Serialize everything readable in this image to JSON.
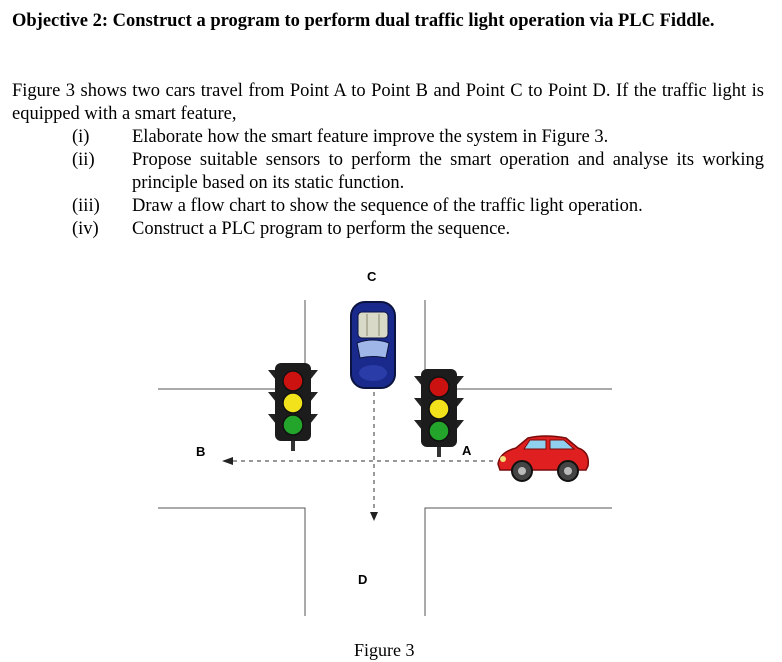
{
  "objective": "Objective 2: Construct a program to perform dual traffic light operation via PLC Fiddle.",
  "intro": "Figure 3 shows two cars travel from Point A to Point B and Point C to Point D. If the traffic light is equipped with a smart feature,",
  "questions": [
    {
      "num": "(i)",
      "text": "Elaborate how the smart feature improve the system in Figure 3."
    },
    {
      "num": "(ii)",
      "text": "Propose suitable sensors to perform the smart operation and analyse its working principle based on its static function."
    },
    {
      "num": "(iii)",
      "text": "Draw a flow chart to show the sequence of the traffic light operation."
    },
    {
      "num": "(iv)",
      "text": "Construct a PLC program to perform the sequence."
    }
  ],
  "figure": {
    "points": {
      "a": "A",
      "b": "B",
      "c": "C",
      "d": "D"
    },
    "caption": "Figure 3",
    "colors": {
      "red_light": "#cc1111",
      "yellow_light": "#f2e21b",
      "green_light": "#22a52a",
      "blue_car": "#1a2a8c",
      "red_car": "#e02020"
    }
  }
}
